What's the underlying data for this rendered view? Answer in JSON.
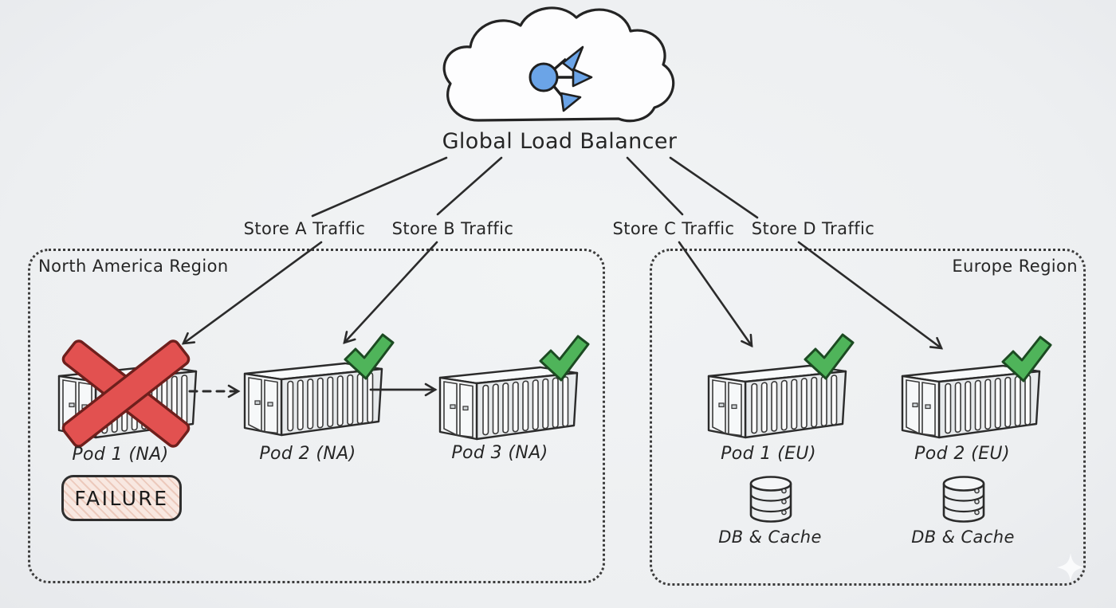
{
  "diagram_title": "Global Load Balancer",
  "traffic_labels": [
    "Store A Traffic",
    "Store B Traffic",
    "Store C Traffic",
    "Store D Traffic"
  ],
  "na_region": {
    "name": "North America Region",
    "failure_badge": "FAILURE",
    "pods": [
      {
        "label": "Pod 1 (NA)",
        "status": "failed"
      },
      {
        "label": "Pod 2 (NA)",
        "status": "healthy"
      },
      {
        "label": "Pod 3 (NA)",
        "status": "healthy"
      }
    ]
  },
  "eu_region": {
    "name": "Europe Region",
    "pods": [
      {
        "label": "Pod 1 (EU)",
        "status": "healthy",
        "storage_label": "DB & Cache"
      },
      {
        "label": "Pod 2 (EU)",
        "status": "healthy",
        "storage_label": "DB & Cache"
      }
    ]
  },
  "colors": {
    "background": "#eef0f2",
    "ink": "#262626",
    "red": "#e25150",
    "red_dark": "#6e1f1c",
    "green": "#4fb45a",
    "green_dark": "#1c4a22",
    "blue": "#6ba4e7",
    "badge_bg": "#f8e8e1"
  }
}
